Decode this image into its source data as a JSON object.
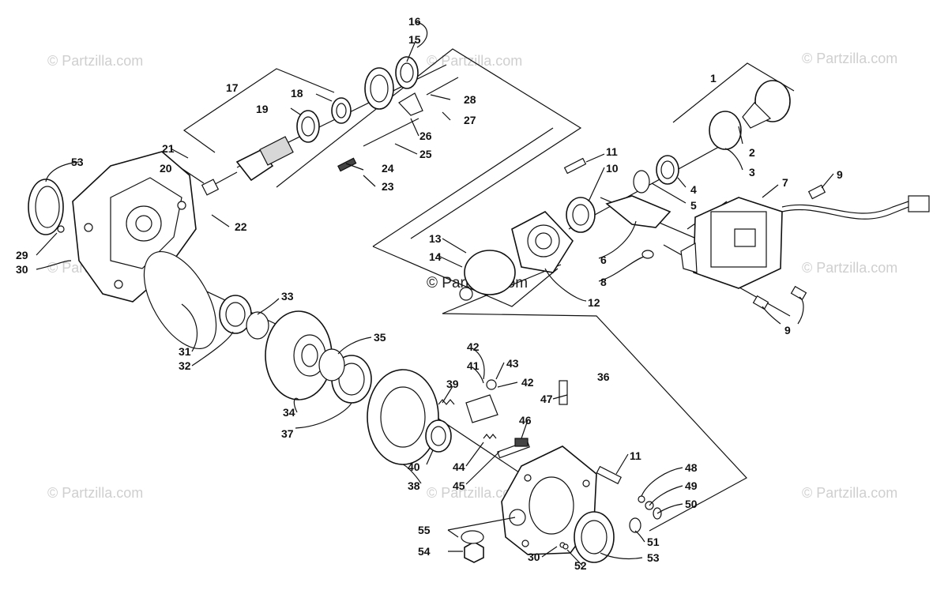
{
  "watermark": {
    "text": "© Partzilla.com"
  },
  "brand": {
    "text": "© Partzilla.com"
  },
  "callouts": [
    "1",
    "2",
    "3",
    "4",
    "5",
    "6",
    "7",
    "8",
    "9",
    "9",
    "10",
    "11",
    "11",
    "12",
    "13",
    "14",
    "15",
    "16",
    "17",
    "18",
    "19",
    "20",
    "21",
    "22",
    "23",
    "24",
    "25",
    "26",
    "27",
    "28",
    "29",
    "30",
    "30",
    "31",
    "32",
    "33",
    "34",
    "35",
    "36",
    "37",
    "38",
    "39",
    "40",
    "41",
    "42",
    "42",
    "43",
    "44",
    "45",
    "46",
    "47",
    "48",
    "49",
    "50",
    "51",
    "52",
    "53",
    "53",
    "54",
    "55"
  ]
}
